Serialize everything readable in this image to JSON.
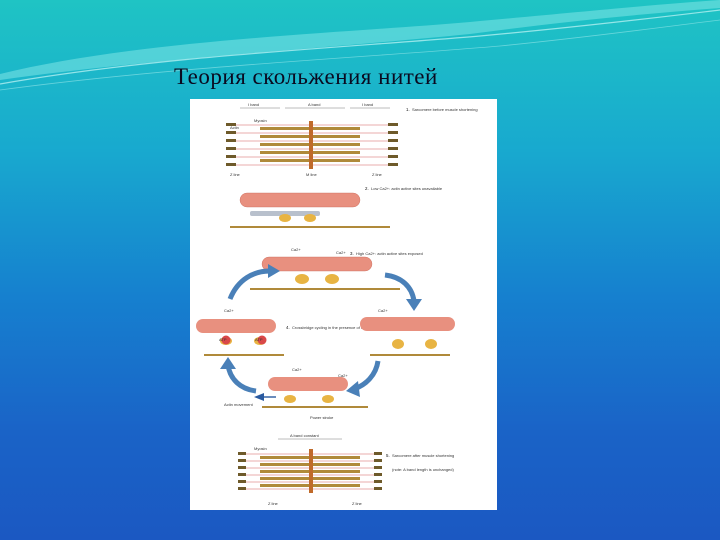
{
  "slide": {
    "title": "Теория скольжения нитей"
  },
  "figure": {
    "sarcomere_top": {
      "band_labels": [
        "I band",
        "A band",
        "I band"
      ],
      "myosin_label": "Myosin",
      "actin_label": "Actin",
      "z_line_left": "Z line",
      "m_line": "M line",
      "z_line_right": "Z line"
    },
    "steps": [
      {
        "number": "1.",
        "text": "Sarcomere before muscle shortening"
      },
      {
        "number": "2.",
        "text": "Low Ca2+: actin active sites unavailable"
      },
      {
        "number": "3.",
        "text": "High Ca2+: actin active sites exposed"
      },
      {
        "number": "4.",
        "text": "Crossbridge cycling in the presence of Ca2+ and ATP"
      },
      {
        "number": "5.",
        "text": "Sarcomere after muscle shortening"
      }
    ],
    "ion_labels": [
      "Ca2+",
      "Ca2+",
      "Ca2+",
      "Ca2+",
      "Ca2+",
      "Ca2+"
    ],
    "atp_labels": [
      "ATP",
      "ATP"
    ],
    "actin_movement": "Actin movement",
    "power_stroke": "Power stroke",
    "sarcomere_bottom": {
      "a_band_label": "A band constant",
      "myosin_label": "Myosin",
      "note": "(note: A band length is unchanged)",
      "z_line_left": "Z line",
      "z_line_right": "Z line"
    },
    "colors": {
      "actin": "#e8907f",
      "myosin_head": "#e8b443",
      "z_line": "#c06a2a",
      "arrow": "#4a80b8"
    }
  }
}
